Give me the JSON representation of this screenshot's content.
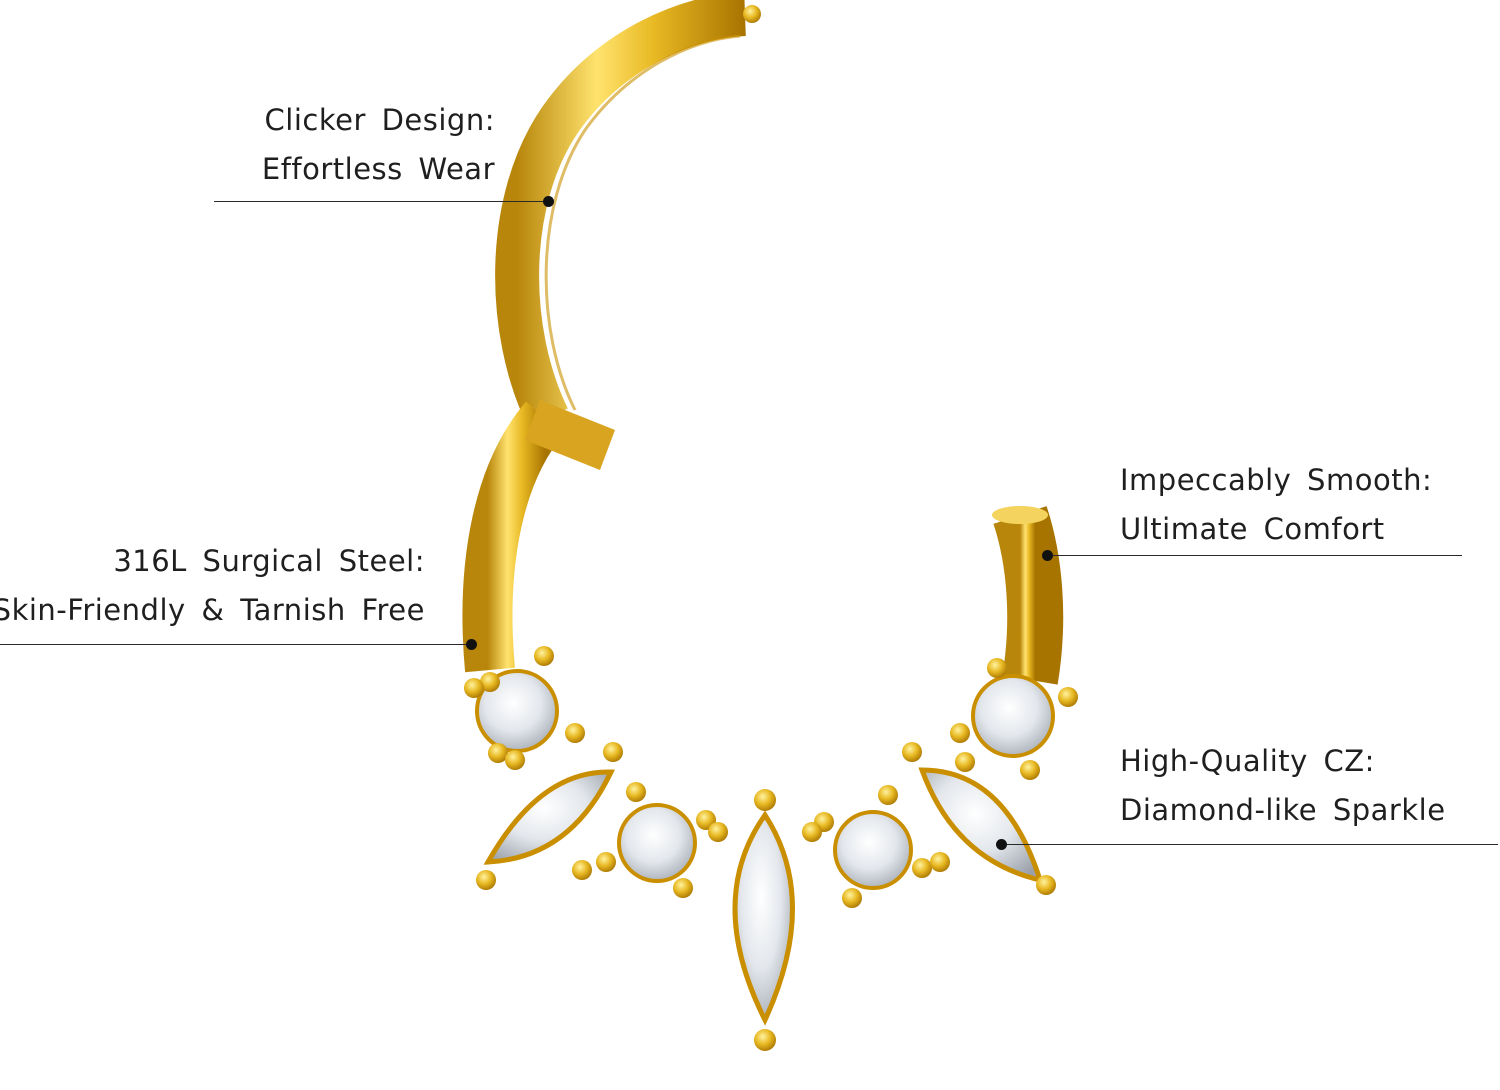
{
  "callouts": [
    {
      "title": "Clicker Design:",
      "subtitle": "Effortless Wear"
    },
    {
      "title": "316L Surgical Steel:",
      "subtitle": "Skin-Friendly & Tarnish Free"
    },
    {
      "title": "Impeccably Smooth:",
      "subtitle": "Ultimate Comfort"
    },
    {
      "title": "High-Quality CZ:",
      "subtitle": "Diamond-like Sparkle"
    }
  ],
  "product": {
    "icon": "septum-clicker-ring-icon",
    "metal_color": "#E8B923",
    "stone_color": "#F2F4F7"
  }
}
